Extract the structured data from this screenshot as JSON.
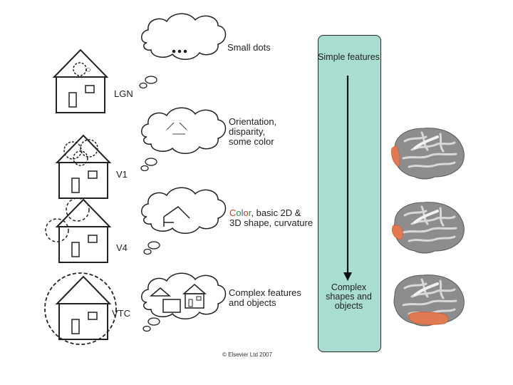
{
  "areas": [
    {
      "id": "lgn",
      "label": "LGN",
      "description": "Small dots"
    },
    {
      "id": "v1",
      "label": "V1",
      "description": "Orientation, disparity, some color"
    },
    {
      "id": "v4",
      "label": "V4",
      "description_lead": "Color",
      "description_rest": ", basic 2D & 3D shape, curvature"
    },
    {
      "id": "vtc",
      "label": "VTC",
      "description": "Complex features and objects"
    }
  ],
  "hierarchy": {
    "top_label": "Simple features",
    "bottom_label": "Complex shapes and objects"
  },
  "copyright": "© Elsevier Ltd 2007",
  "colors": {
    "panel": "#a9ddd2",
    "highlight": "#e07a52",
    "color_word": [
      "#c0392b",
      "#2e8b3a",
      "#2f5fb3",
      "#c0392b",
      "#2e8b3a"
    ]
  }
}
